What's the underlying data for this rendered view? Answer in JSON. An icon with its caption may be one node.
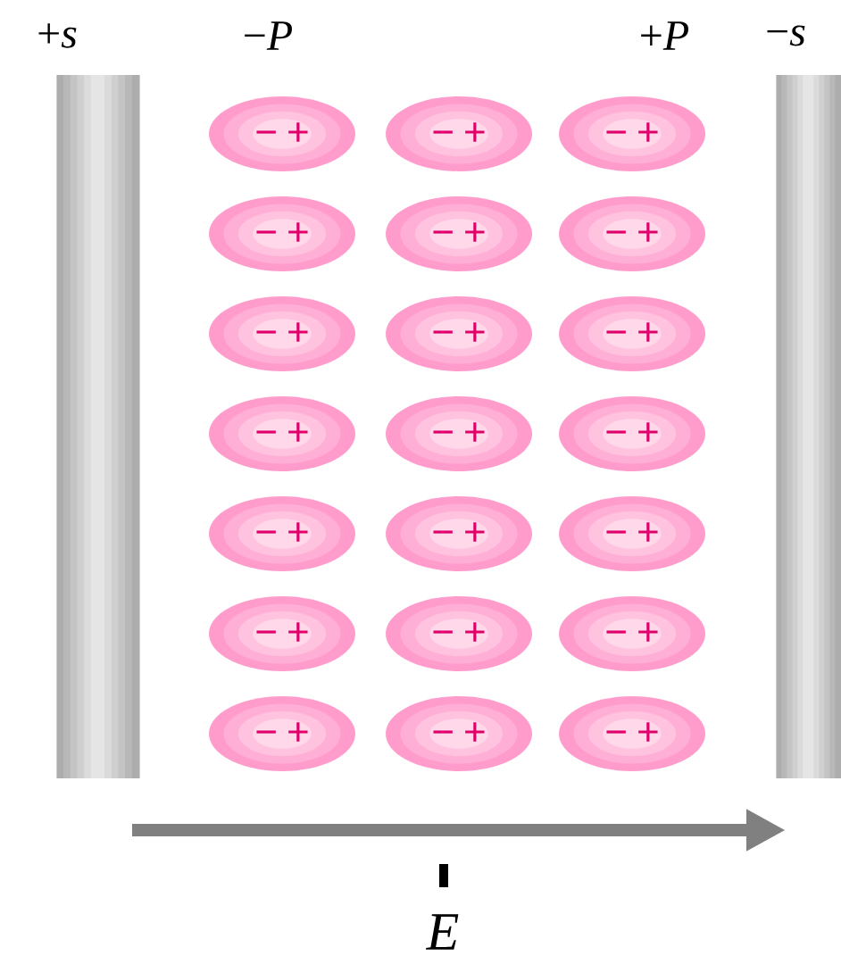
{
  "diagram": {
    "nodes": [
      {
        "text": [
          "−",
          "+"
        ]
      },
      {
        "text": [
          "−",
          "+"
        ]
      },
      {
        "text": [
          "−",
          "+"
        ]
      },
      {
        "text": [
          "−",
          "+"
        ]
      },
      {
        "text": [
          "−",
          "+"
        ]
      },
      {
        "text": [
          "−",
          "+"
        ]
      },
      {
        "text": [
          "−",
          "+"
        ]
      },
      {
        "text": [
          "−",
          "+"
        ]
      },
      {
        "text": [
          "−",
          "+"
        ]
      },
      {
        "text": [
          "−",
          "+"
        ]
      },
      {
        "text": [
          "−",
          "+"
        ]
      },
      {
        "text": [
          "−",
          "+"
        ]
      },
      {
        "text": [
          "−",
          "+"
        ]
      },
      {
        "text": [
          "−",
          "+"
        ]
      },
      {
        "text": [
          "−",
          "+"
        ]
      },
      {
        "text": [
          "−",
          "+"
        ]
      },
      {
        "text": [
          "−",
          "+"
        ]
      },
      {
        "text": [
          "−",
          "+"
        ]
      },
      {
        "text": [
          "−",
          "+"
        ]
      },
      {
        "text": [
          "−",
          "+"
        ]
      },
      {
        "text": [
          "−",
          "+"
        ]
      }
    ],
    "labels": [
      "+*s*",
      "−*P*",
      "+*P*",
      "−*s*",
      "E"
    ]
  }
}
